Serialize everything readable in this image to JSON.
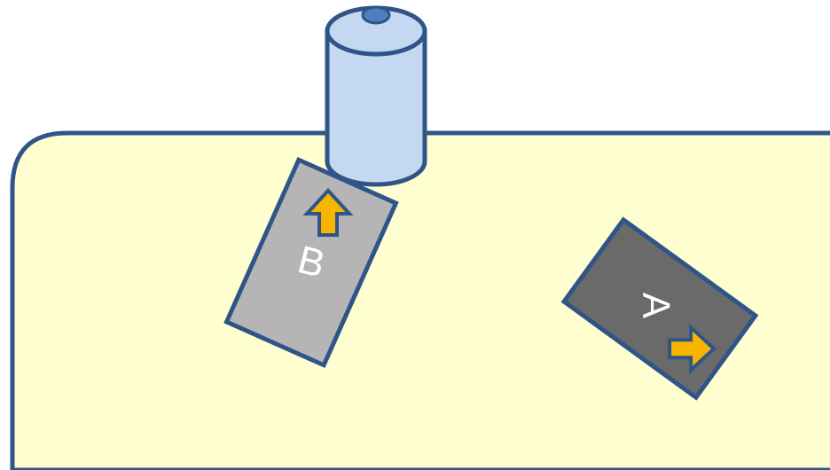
{
  "colors": {
    "table_fill": "#FEFED0",
    "outline": "#2F5588",
    "card_b_fill": "#B5B5B5",
    "card_a_fill": "#6A6A6A",
    "arrow_fill": "#F7B500",
    "cylinder_fill": "#C5D8F2",
    "cylinder_cap_fill": "#4D7CC1",
    "label_color": "#FFFFFF"
  },
  "cards": [
    {
      "id": "card-b",
      "label": "B",
      "shade": "light",
      "arrow_direction": "up"
    },
    {
      "id": "card-a",
      "label": "A",
      "shade": "dark",
      "arrow_direction": "right"
    }
  ],
  "icons": {
    "cylinder": "cylinder-icon",
    "arrow": "arrow-icon"
  }
}
